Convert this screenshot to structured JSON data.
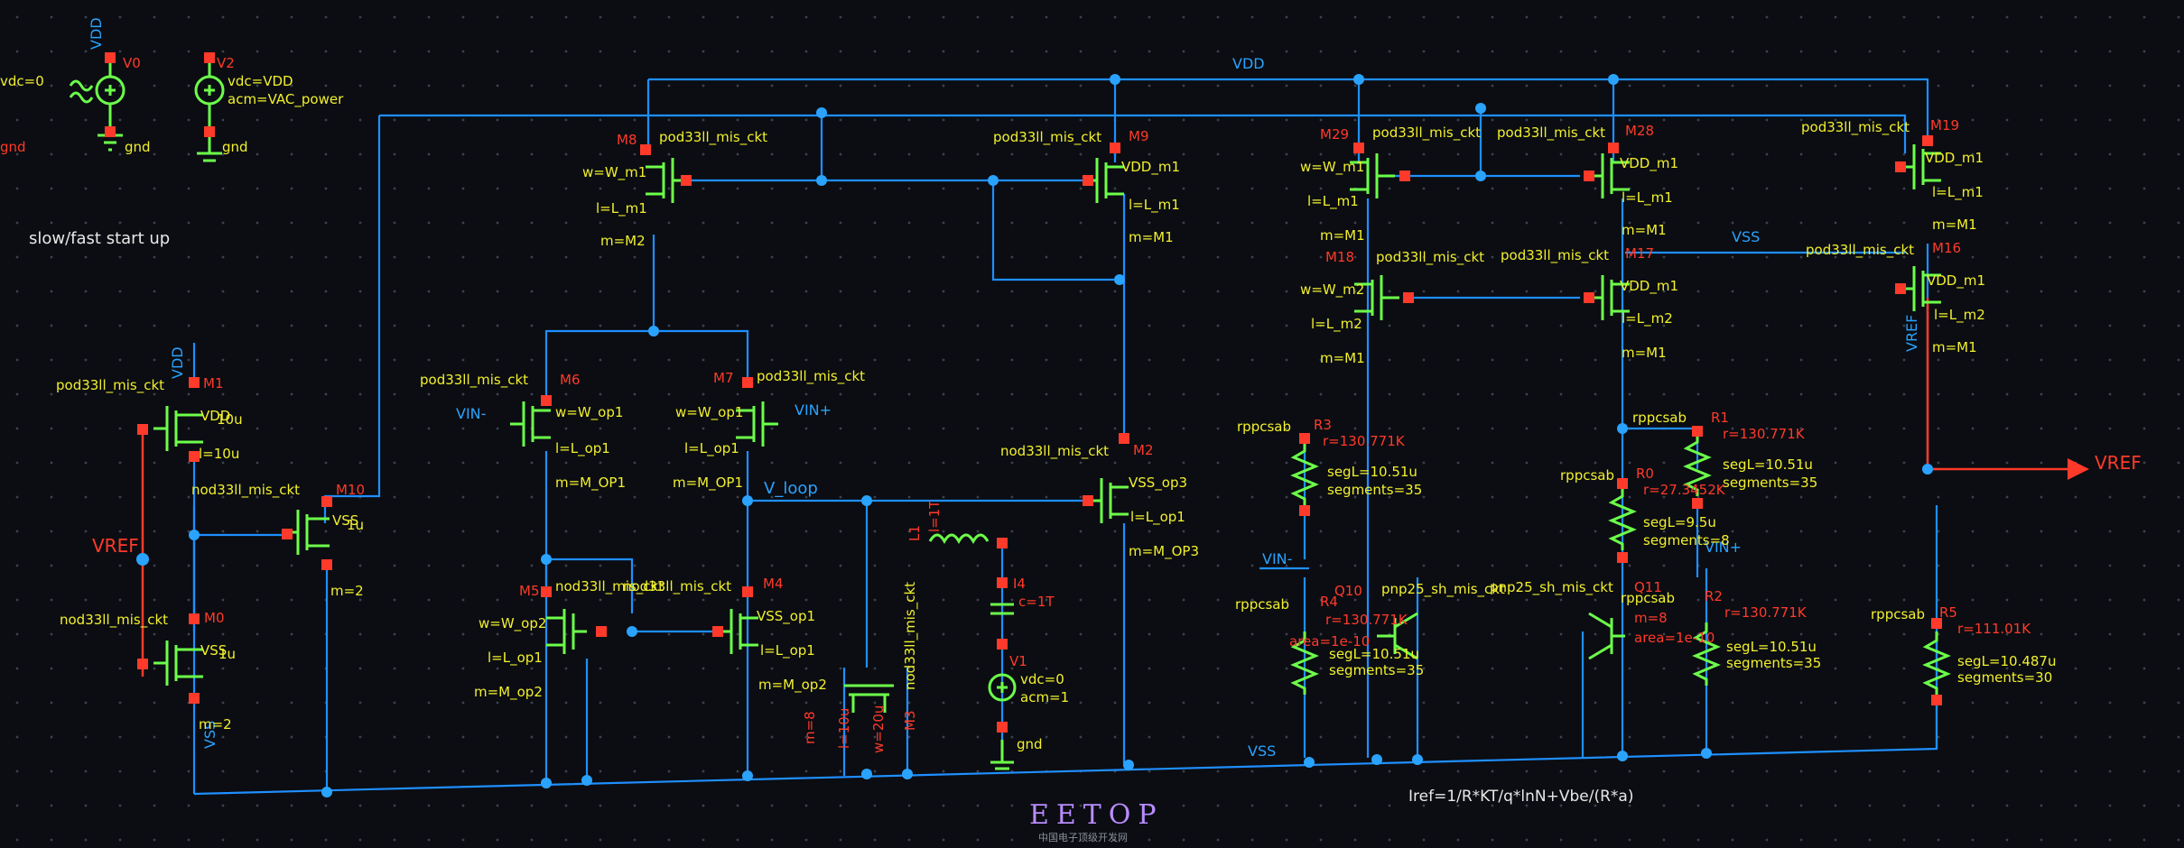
{
  "labels": {
    "vdd_top": "VDD",
    "v0": "V0",
    "v0_vdc": "vdc=0",
    "v0_gnd": "gnd",
    "v2": "V2",
    "v2_vdc": "vdc=VDD",
    "v2_acm": "acm=VAC_power",
    "v2_gnd": "gnd",
    "left_vdc": "vdc=0",
    "left_gnd": "gnd",
    "startup": "slow/fast start up",
    "vdd_rail": "VDD",
    "vss_rail": "VSS",
    "vss_right": "VSS",
    "vref_left": "VREF",
    "vref_right": "VREF",
    "vref_vert": "VREF",
    "vin_minus": "VIN-",
    "vin_plus": "VIN+",
    "v_loop": "V_loop",
    "vin_minus2": "VIN-",
    "vin_plus2": "VIN+",
    "vdd_vert": "VDD",
    "vss_vert": "VSS",
    "formula": "Iref=1/R*KT/q*lnN+Vbe/(R*a)",
    "logo": "EETOP",
    "logo_sub": "中国电子顶级开发网"
  },
  "devices": {
    "m1": {
      "ref": "M1",
      "model": "pod33ll_mis_ckt",
      "p1": "VDD",
      "p2": "10u",
      "p3": "l=10u"
    },
    "m0": {
      "ref": "M0",
      "model": "nod33ll_mis_ckt",
      "p1": "VSS",
      "p2": "1u",
      "p3": "m=2"
    },
    "m10": {
      "ref": "M10",
      "model": "nod33ll_mis_ckt",
      "p1": "VSS",
      "p2": "1u",
      "p3": "m=2"
    },
    "m6": {
      "ref": "M6",
      "model": "pod33ll_mis_ckt",
      "p1": "w=W_op1",
      "p2": "l=L_op1",
      "p3": "m=M_OP1"
    },
    "m7": {
      "ref": "M7",
      "model": "pod33ll_mis_ckt",
      "p1": "w=W_op1",
      "p2": "l=L_op1",
      "p3": "m=M_OP1"
    },
    "m8": {
      "ref": "M8",
      "model": "pod33ll_mis_ckt",
      "p1": "w=W_m1",
      "p2": "l=L_m1",
      "p3": "m=M2"
    },
    "m9": {
      "ref": "M9",
      "model": "pod33ll_mis_ckt",
      "p1": "VDD_m1",
      "p2": "l=L_m1",
      "p3": "m=M1"
    },
    "m5": {
      "ref": "M5",
      "model": "nod33ll_mis_ckt",
      "p1": "w=W_op2",
      "p2": "l=L_op1",
      "p3": "m=M_op2"
    },
    "m4": {
      "ref": "M4",
      "model": "nod33ll_mis_ckt",
      "p1": "VSS_op1",
      "p2": "l=L_op1",
      "p3": "m=M_op2"
    },
    "m2": {
      "ref": "M2",
      "model": "nod33ll_mis_ckt",
      "p1": "VSS_op3",
      "p2": "l=L_op1",
      "p3": "m=M_OP3"
    },
    "m3": {
      "ref": "M3",
      "model": "nod33ll_mis_ckt",
      "p1": "l=10u",
      "p2": "w=20u",
      "p3": "m=8"
    },
    "m29": {
      "ref": "M29",
      "model": "pod33ll_mis_ckt",
      "p1": "w=W_m1",
      "p2": "l=L_m1",
      "p3": "m=M1"
    },
    "m28": {
      "ref": "M28",
      "model": "pod33ll_mis_ckt",
      "p1": "VDD_m1",
      "p2": "l=L_m1",
      "p3": "m=M1"
    },
    "m19": {
      "ref": "M19",
      "model": "pod33ll_mis_ckt",
      "p1": "VDD_m1",
      "p2": "l=L_m1",
      "p3": "m=M1"
    },
    "m18": {
      "ref": "M18",
      "model": "pod33ll_mis_ckt",
      "p1": "w=W_m2",
      "p2": "l=L_m2",
      "p3": "m=M1"
    },
    "m17": {
      "ref": "M17",
      "model": "pod33ll_mis_ckt",
      "p1": "VDD_m1",
      "p2": "l=L_m2",
      "p3": "m=M1"
    },
    "m16": {
      "ref": "M16",
      "model": "pod33ll_mis_ckt",
      "p1": "VDD_m1",
      "p2": "l=L_m2",
      "p3": "m=M1"
    },
    "r3": {
      "ref": "R3",
      "model": "rppcsab",
      "p1": "r=130.771K",
      "p2": "segL=10.51u",
      "p3": "segments=35"
    },
    "r1": {
      "ref": "R1",
      "model": "rppcsab",
      "p1": "r=130.771K",
      "p2": "segL=10.51u",
      "p3": "segments=35"
    },
    "r0": {
      "ref": "R0",
      "model": "rppcsab",
      "p1": "r=27.3452K",
      "p2": "segL=9.5u",
      "p3": "segments=8"
    },
    "r4": {
      "ref": "R4",
      "model": "rppcsab",
      "p1": "r=130.771K",
      "p2": "segL=10.51u",
      "p3": "segments=35"
    },
    "r2": {
      "ref": "R2",
      "model": "rppcsab",
      "p1": "r=130.771K",
      "p2": "segL=10.51u",
      "p3": "segments=35"
    },
    "r5": {
      "ref": "R5",
      "model": "rppcsab",
      "p1": "r=111.01K",
      "p2": "segL=10.487u",
      "p3": "segments=30"
    },
    "q10": {
      "ref": "Q10",
      "model": "pnp25_sh_mis_ckt",
      "p1": "area=1e-10",
      "p2": "",
      "p3": ""
    },
    "q11": {
      "ref": "Q11",
      "model": "pnp25_sh_mis_ckt",
      "p1": "m=8",
      "p2": "area=1e-10",
      "p3": ""
    },
    "l1": {
      "ref": "L1",
      "model": "",
      "p1": "l=1T",
      "p2": "",
      "p3": ""
    },
    "i4": {
      "ref": "I4",
      "model": "",
      "p1": "c=1T",
      "p2": "",
      "p3": ""
    },
    "v1": {
      "ref": "V1",
      "model": "",
      "p1": "vdc=0",
      "p2": "acm=1",
      "p3": "gnd"
    }
  }
}
